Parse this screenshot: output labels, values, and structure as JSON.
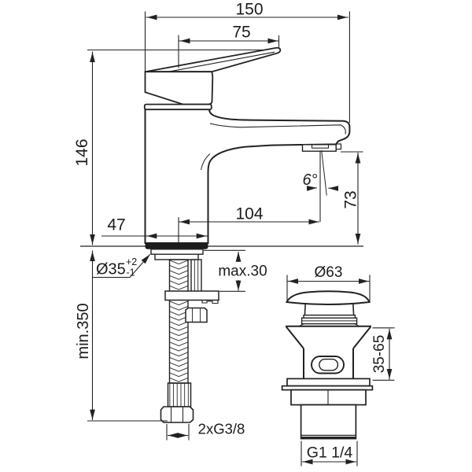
{
  "drawing": {
    "type": "technical-dimension-drawing",
    "subject": "single lever basin mixer tap with flexible supply hose and click pop-up waste",
    "background_color": "#ffffff",
    "line_color": "#222222",
    "text_color": "#1c1c1c",
    "faucet": {
      "dims": {
        "overall_width": "150",
        "lever_length": "75",
        "total_height": "146",
        "body_width": "47",
        "spout_reach": "104",
        "spout_angle": "6°",
        "spout_outlet_height": "73",
        "mounting_hole": "Ø35",
        "mounting_hole_tol_upper": "+2",
        "mounting_hole_tol_lower": "-1",
        "deck_thickness_max": "max.30",
        "hose_min_length": "min.350",
        "supply_connection": "2xG3/8"
      }
    },
    "waste": {
      "dims": {
        "cap_diameter": "Ø63",
        "clamping_range": "35-65",
        "outlet_thread": "G1 1/4"
      }
    }
  }
}
